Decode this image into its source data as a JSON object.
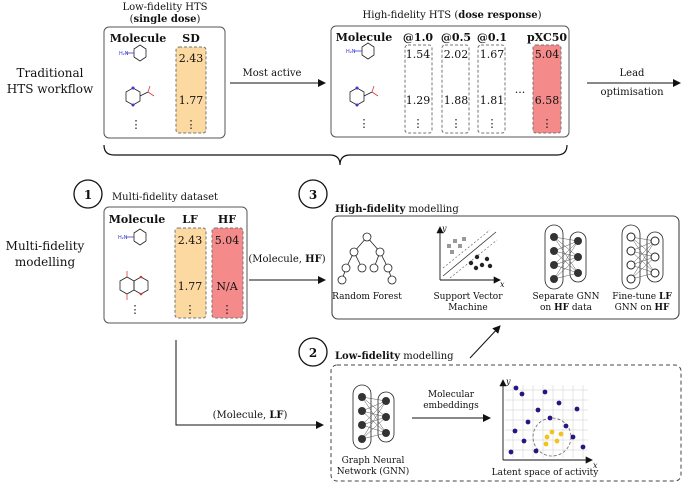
{
  "traditional": {
    "row_label": [
      "Traditional",
      "HTS workflow"
    ],
    "lf_title": "Low-fidelity HTS",
    "lf_subtitle_pre": "(",
    "lf_subtitle_bold": "single dose",
    "lf_subtitle_post": ")",
    "lf_headers": [
      "Molecule",
      "SD"
    ],
    "lf_values": [
      "2.43",
      "1.77",
      "⋮"
    ],
    "arrow_most_active": "Most active",
    "hf_title_pre": "High-fidelity HTS (",
    "hf_title_bold": "dose response",
    "hf_title_post": ")",
    "hf_headers": [
      "Molecule",
      "@1.0",
      "@0.5",
      "@0.1",
      "pXC50"
    ],
    "hf_row1": [
      "1.54",
      "2.02",
      "1.67",
      "5.04"
    ],
    "hf_row2": [
      "1.29",
      "1.88",
      "1.81",
      "6.58"
    ],
    "hf_ellipsis": "...",
    "vdots": "⋮",
    "lead": [
      "Lead",
      "optimisation"
    ]
  },
  "multifidelity": {
    "row_label": [
      "Multi-fidelity",
      "modelling"
    ],
    "step1_number": "1",
    "step1_title": "Multi-fidelity dataset",
    "headers": [
      "Molecule",
      "LF",
      "HF"
    ],
    "lf_values": [
      "2.43",
      "1.77",
      "⋮"
    ],
    "hf_values": [
      "5.04",
      "N/A",
      "⋮"
    ],
    "step3_number": "3",
    "step3_title_bold": "High-fidelity",
    "step3_title_rest": " modelling",
    "arrow_hf_pre": "(Molecule, ",
    "arrow_hf_bold": "HF",
    "arrow_hf_post": ")",
    "models": {
      "rf": "Random Forest",
      "svm": [
        "Support Vector",
        "Machine"
      ],
      "gnn_sep": [
        "Separate GNN",
        "on",
        "HF",
        " data"
      ],
      "gnn_ft": [
        "Fine-tune",
        "LF",
        "GNN on",
        "HF"
      ]
    },
    "axis_x": "x",
    "axis_y": "y",
    "step2_number": "2",
    "step2_title_bold": "Low-fidelity",
    "step2_title_rest": " modelling",
    "arrow_lf_pre": "(Molecule, ",
    "arrow_lf_bold": "LF",
    "arrow_lf_post": ")",
    "gnn_label": [
      "Graph Neural",
      "Network (GNN)"
    ],
    "embeddings_label": [
      "Molecular",
      "embeddings"
    ],
    "latent_label": "Latent space of activity"
  },
  "colors": {
    "lf_fill": "#fbd9a0",
    "hf_fill": "#f48a8a",
    "box_border": "#555555",
    "dashed": "#555555",
    "molecule_blue": "#3a3ad6",
    "molecule_red": "#d63a3a",
    "latent_purple": "#2a1580",
    "latent_yellow": "#f4c21a"
  }
}
